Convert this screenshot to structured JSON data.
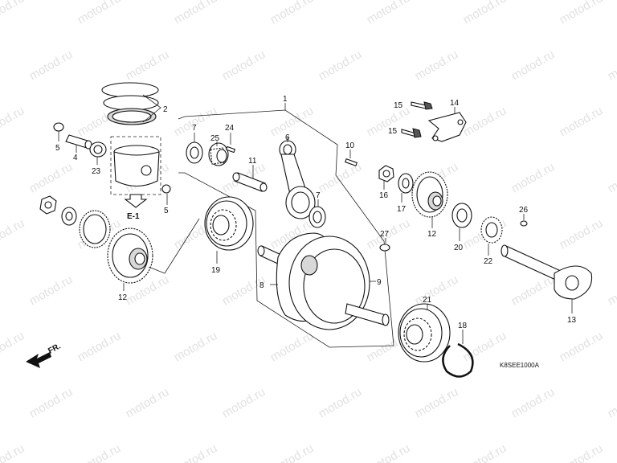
{
  "watermark": "motod.ru",
  "diagram_code": "K8SEE1000A",
  "front_label": "FR.",
  "subassembly_label": "E-1",
  "callouts": {
    "c1": "1",
    "c2": "2",
    "c4": "4",
    "c5a": "5",
    "c5b": "5",
    "c6": "6",
    "c7a": "7",
    "c7b": "7",
    "c8": "8",
    "c9": "9",
    "c10": "10",
    "c11": "11",
    "c12a": "12",
    "c12b": "12",
    "c13": "13",
    "c14": "14",
    "c15a": "15",
    "c15b": "15",
    "c16": "16",
    "c17": "17",
    "c18": "18",
    "c19": "19",
    "c20": "20",
    "c21": "21",
    "c22": "22",
    "c23": "23",
    "c24": "24",
    "c25": "25",
    "c26": "26",
    "c27": "27"
  }
}
